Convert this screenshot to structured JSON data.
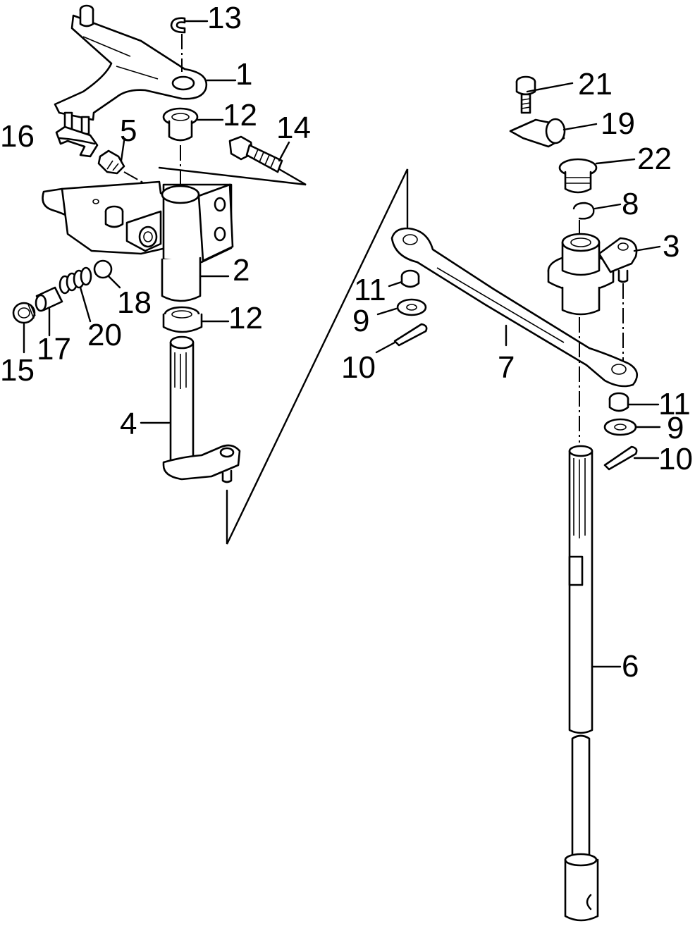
{
  "labels": {
    "p1": "1",
    "p2": "2",
    "p3": "3",
    "p4": "4",
    "p5": "5",
    "p6": "6",
    "p7": "7",
    "p8": "8",
    "p9a": "9",
    "p9b": "9",
    "p10a": "10",
    "p10b": "10",
    "p11a": "11",
    "p11b": "11",
    "p12a": "12",
    "p12b": "12",
    "p13": "13",
    "p14": "14",
    "p15": "15",
    "p16": "16",
    "p17": "17",
    "p18": "18",
    "p19": "19",
    "p20": "20",
    "p21": "21",
    "p22": "22"
  }
}
